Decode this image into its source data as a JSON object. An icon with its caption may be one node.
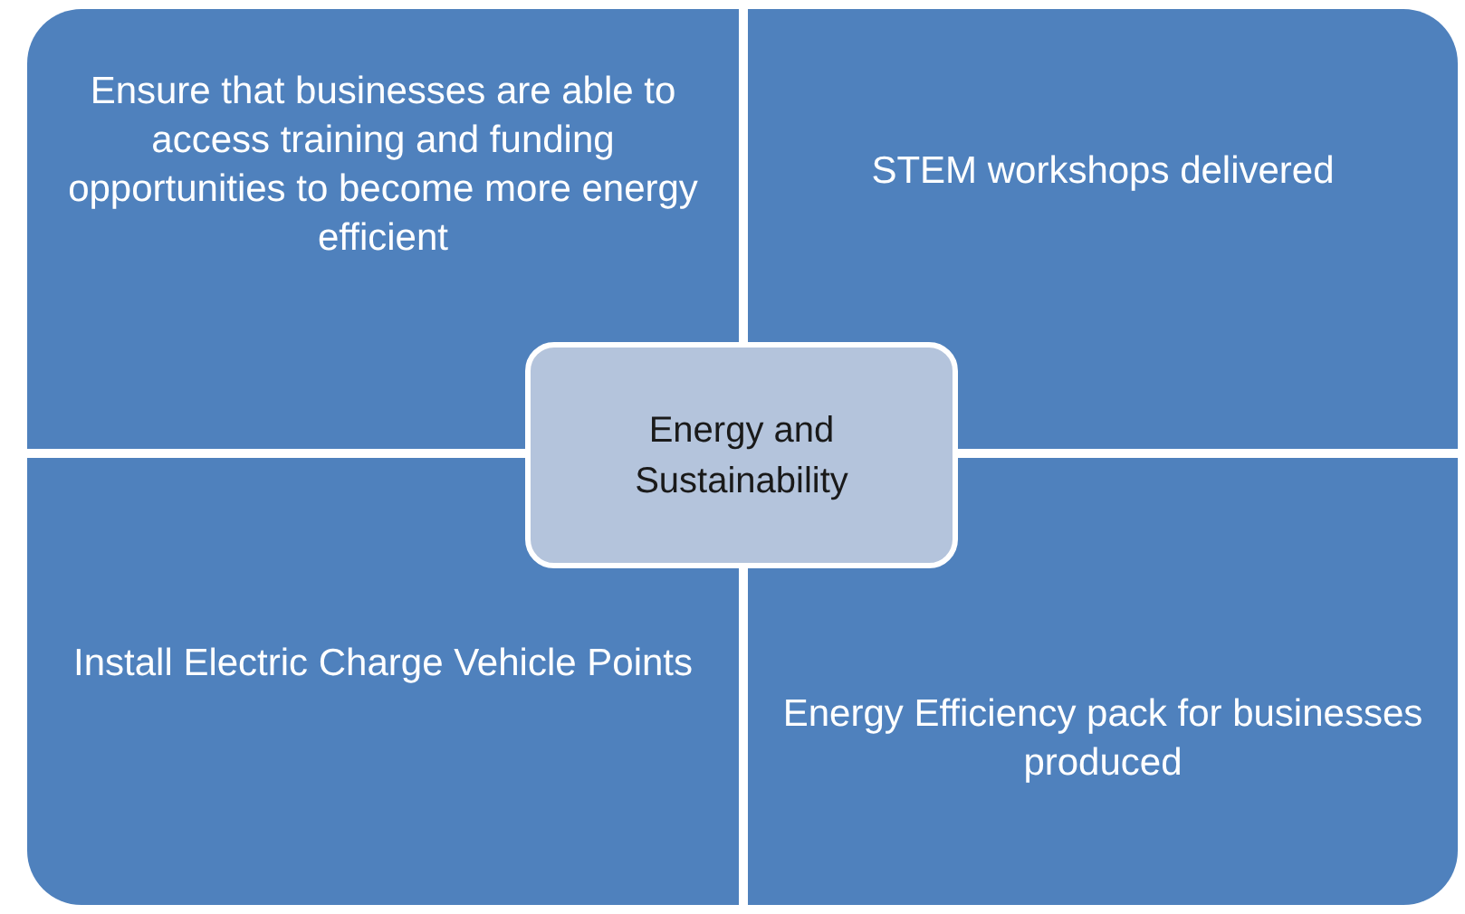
{
  "diagram": {
    "nodes": [
      {
        "text": [
          "Ensure that businesses are able to access training and funding opportunities to become more energy efficient"
        ]
      },
      {
        "text": [
          "STEM workshops delivered"
        ]
      },
      {
        "text": [
          "Energy and Sustainability"
        ]
      },
      {
        "text": [
          "Install Electric Charge Vehicle Points"
        ]
      },
      {
        "text": [
          "Energy Efficiency pack for businesses produced"
        ]
      }
    ]
  }
}
